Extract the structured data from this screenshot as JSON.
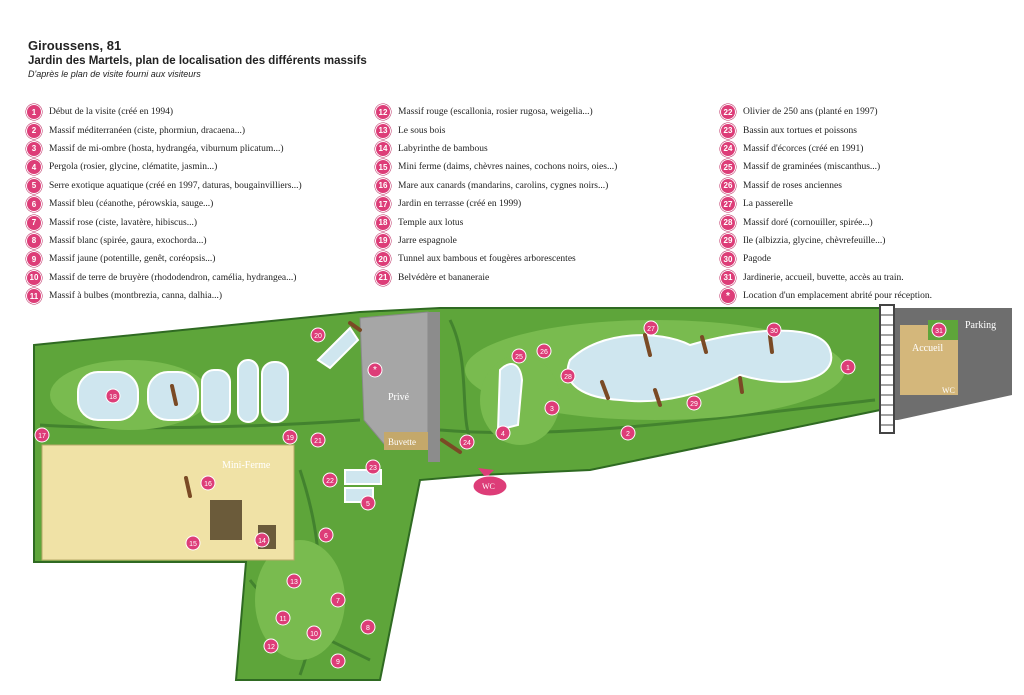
{
  "header": {
    "title": "Giroussens, 81",
    "subtitle": "Jardin des Martels, plan de localisation des différents massifs",
    "source": "D'après le plan de visite fourni  aux visiteurs"
  },
  "legend": {
    "col1": [
      {
        "id": "1",
        "text": "Début de la visite (créé en 1994)"
      },
      {
        "id": "2",
        "text": "Massif méditerranéen (ciste, phormiun, dracaena...)"
      },
      {
        "id": "3",
        "text": "Massif de mi-ombre (hosta, hydrangéa, viburnum plicatum...)"
      },
      {
        "id": "4",
        "text": "Pergola (rosier, glycine, clématite, jasmin...)"
      },
      {
        "id": "5",
        "text": "Serre exotique aquatique (créé en 1997, daturas, bougainvilliers...)"
      },
      {
        "id": "6",
        "text": "Massif bleu (céanothe, pérowskia, sauge...)"
      },
      {
        "id": "7",
        "text": "Massif rose (ciste, lavatère, hibiscus...)"
      },
      {
        "id": "8",
        "text": "Massif blanc (spirée, gaura, exochorda...)"
      },
      {
        "id": "9",
        "text": "Massif jaune (potentille, genêt, coréopsis...)"
      },
      {
        "id": "10",
        "text": "Massif de terre de bruyère (rhododendron, camélia, hydrangea...)"
      },
      {
        "id": "11",
        "text": "Massif à bulbes (montbrezia, canna, dalhia...)"
      }
    ],
    "col2": [
      {
        "id": "12",
        "text": "Massif rouge (escallonia, rosier rugosa, weigelia...)"
      },
      {
        "id": "13",
        "text": "Le sous bois"
      },
      {
        "id": "14",
        "text": "Labyrinthe de bambous"
      },
      {
        "id": "15",
        "text": "Mini ferme (daims, chèvres naines, cochons noirs, oies...)"
      },
      {
        "id": "16",
        "text": "Mare aux canards (mandarins, carolins, cygnes noirs...)"
      },
      {
        "id": "17",
        "text": "Jardin en terrasse (créé en 1999)"
      },
      {
        "id": "18",
        "text": "Temple aux lotus"
      },
      {
        "id": "19",
        "text": "Jarre espagnole"
      },
      {
        "id": "20",
        "text": "Tunnel aux bambous et fougères arborescentes"
      },
      {
        "id": "21",
        "text": "Belvédère et bananeraie"
      }
    ],
    "col3": [
      {
        "id": "22",
        "text": "Olivier de 250 ans (planté en 1997)"
      },
      {
        "id": "23",
        "text": "Bassin aux tortues et poissons"
      },
      {
        "id": "24",
        "text": "Massif d'écorces (créé en 1991)"
      },
      {
        "id": "25",
        "text": "Massif de graminées (miscanthus...)"
      },
      {
        "id": "26",
        "text": "Massif de roses anciennes"
      },
      {
        "id": "27",
        "text": "La passerelle"
      },
      {
        "id": "28",
        "text": "Massif doré (cornouiller, spirée...)"
      },
      {
        "id": "29",
        "text": "Ile (albizzia, glycine, chèvrefeuille...)"
      },
      {
        "id": "30",
        "text": "Pagode"
      },
      {
        "id": "31",
        "text": "Jardinerie, accueil, buvette, accès au train."
      },
      {
        "id": "*",
        "text": "Location d'un emplacement abrité pour réception."
      }
    ]
  },
  "map": {
    "labels": {
      "mini_ferme": "Mini-Ferme",
      "prive": "Privé",
      "buvette": "Buvette",
      "wc1": "WC",
      "wc2": "WC",
      "parking": "Parking",
      "accueil": "Accueil"
    },
    "markers": [
      "1",
      "2",
      "3",
      "4",
      "5",
      "6",
      "7",
      "8",
      "9",
      "10",
      "11",
      "12",
      "13",
      "14",
      "15",
      "16",
      "17",
      "18",
      "19",
      "20",
      "21",
      "22",
      "23",
      "24",
      "25",
      "26",
      "27",
      "28",
      "29",
      "30",
      "31",
      "*"
    ],
    "colors": {
      "lawn": "#5ea53a",
      "path": "#3f7f2e",
      "water": "#cfe6ef",
      "sand": "#f0e2a6",
      "building": "#a6a6a6",
      "marker": "#dd3d78"
    }
  }
}
